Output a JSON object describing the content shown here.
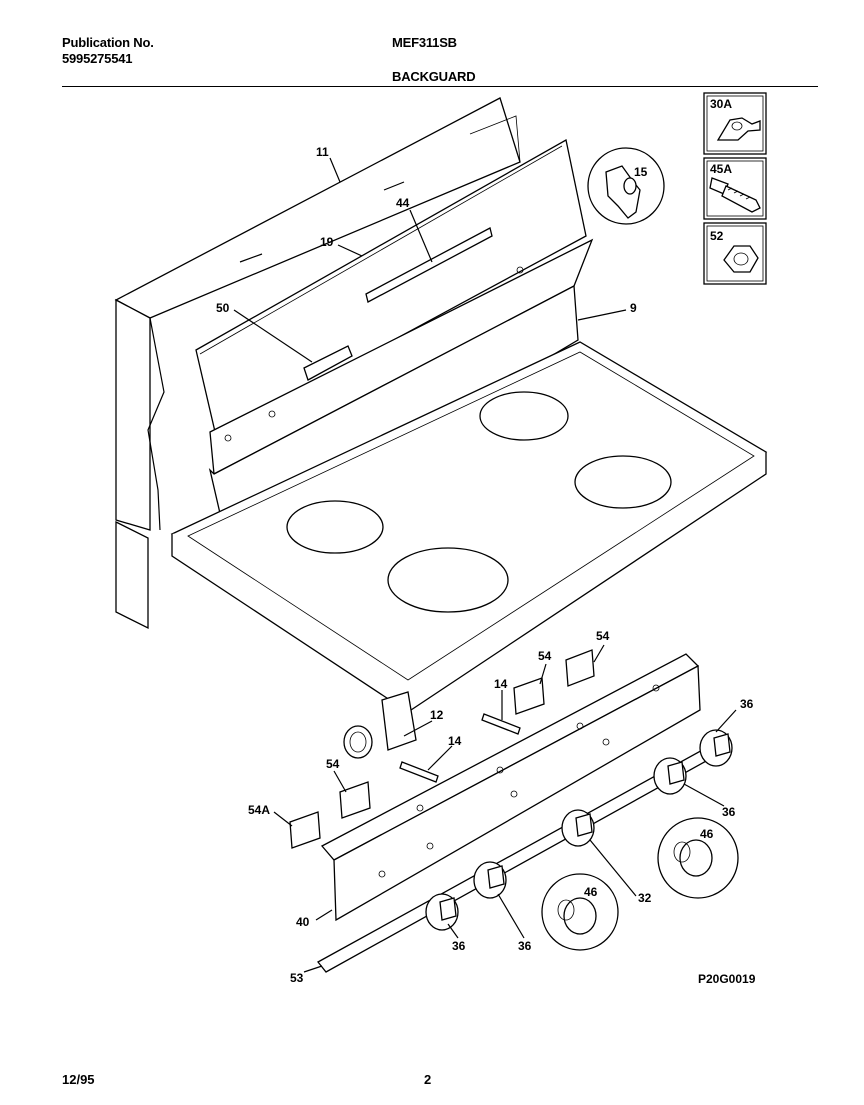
{
  "header": {
    "publication_label": "Publication No.",
    "publication_number": "5995275541",
    "model": "MEF311SB",
    "section": "BACKGUARD"
  },
  "footer": {
    "date": "12/95",
    "page": "2"
  },
  "diagram": {
    "drawing_id": "P20G0019",
    "inset_parts": [
      "30A",
      "45A",
      "52"
    ],
    "callouts": [
      "11",
      "44",
      "19",
      "15",
      "50",
      "9",
      "54",
      "54",
      "14",
      "12",
      "14",
      "54",
      "54A",
      "36",
      "36",
      "46",
      "46",
      "32",
      "36",
      "36",
      "40",
      "53"
    ]
  }
}
